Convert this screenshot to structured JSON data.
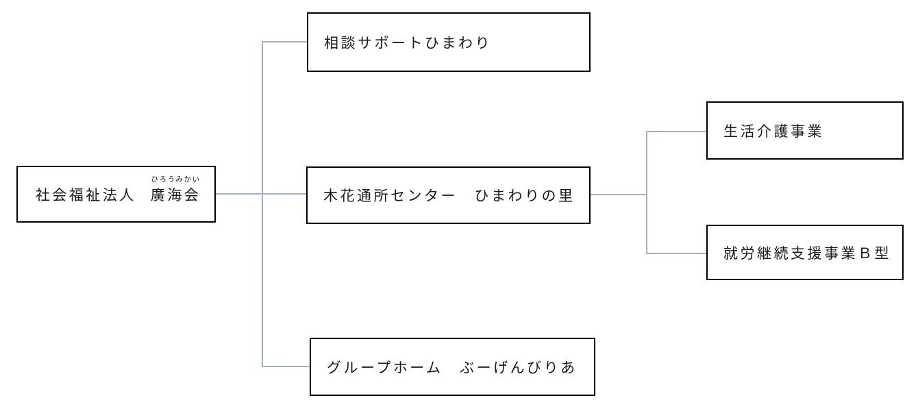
{
  "org_chart": {
    "root": {
      "prefix": "社会福祉法人",
      "name": "廣海会",
      "furigana": "ひろうみかい"
    },
    "branches": [
      {
        "label": "相談サポートひまわり"
      },
      {
        "label": "木花通所センター　ひまわりの里"
      },
      {
        "label": "グループホーム　ぶーげんびりあ"
      }
    ],
    "center_sub_branches": [
      {
        "label": "生活介護事業"
      },
      {
        "label": "就労継続支援事業Ｂ型"
      }
    ],
    "colors": {
      "box_border": "#000000",
      "connector": "#a1afc9",
      "background": "#ffffff",
      "text": "#1a1a1a"
    }
  }
}
